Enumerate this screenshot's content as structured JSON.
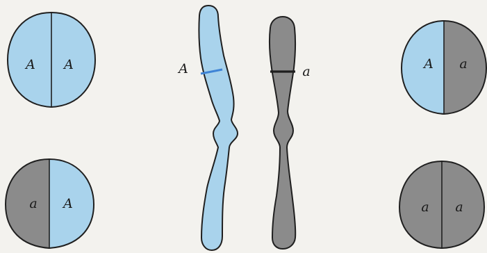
{
  "colors": {
    "light": "#a9d3ec",
    "dark": "#8b8b8b",
    "outline": "#1f1f1f",
    "band_light": "#3f84d6",
    "band_dark": "#1f1f1f",
    "background": "#f3f2ee"
  },
  "chromosomes": {
    "left": {
      "label": "A",
      "fill": "light"
    },
    "right": {
      "label": "a",
      "fill": "dark"
    }
  },
  "cells": {
    "top_left": {
      "left": "A",
      "right": "A",
      "left_fill": "light",
      "right_fill": "light"
    },
    "bottom_left": {
      "left": "a",
      "right": "A",
      "left_fill": "dark",
      "right_fill": "light"
    },
    "top_right": {
      "left": "A",
      "right": "a",
      "left_fill": "light",
      "right_fill": "dark"
    },
    "bottom_right": {
      "left": "a",
      "right": "a",
      "left_fill": "dark",
      "right_fill": "dark"
    }
  }
}
